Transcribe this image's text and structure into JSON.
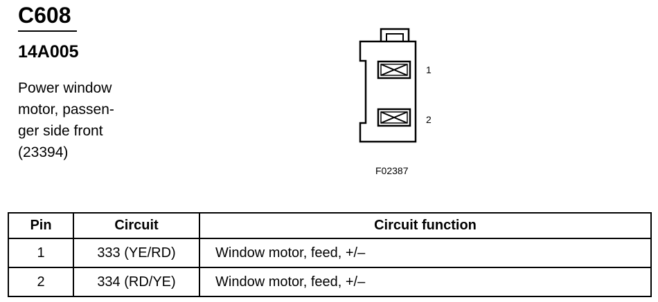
{
  "connector": {
    "id": "C608",
    "part_number": "14A005",
    "description_lines": [
      "Power window",
      "motor, passen-",
      "ger side front",
      "(23394)"
    ]
  },
  "diagram": {
    "pins": [
      {
        "label": "1"
      },
      {
        "label": "2"
      }
    ],
    "figure_code": "F02387"
  },
  "table": {
    "headers": {
      "pin": "Pin",
      "circuit": "Circuit",
      "function": "Circuit function"
    },
    "rows": [
      {
        "pin": "1",
        "circuit": "333 (YE/RD)",
        "function": "Window motor, feed, +/–"
      },
      {
        "pin": "2",
        "circuit": "334 (RD/YE)",
        "function": "Window motor, feed, +/–"
      }
    ]
  }
}
